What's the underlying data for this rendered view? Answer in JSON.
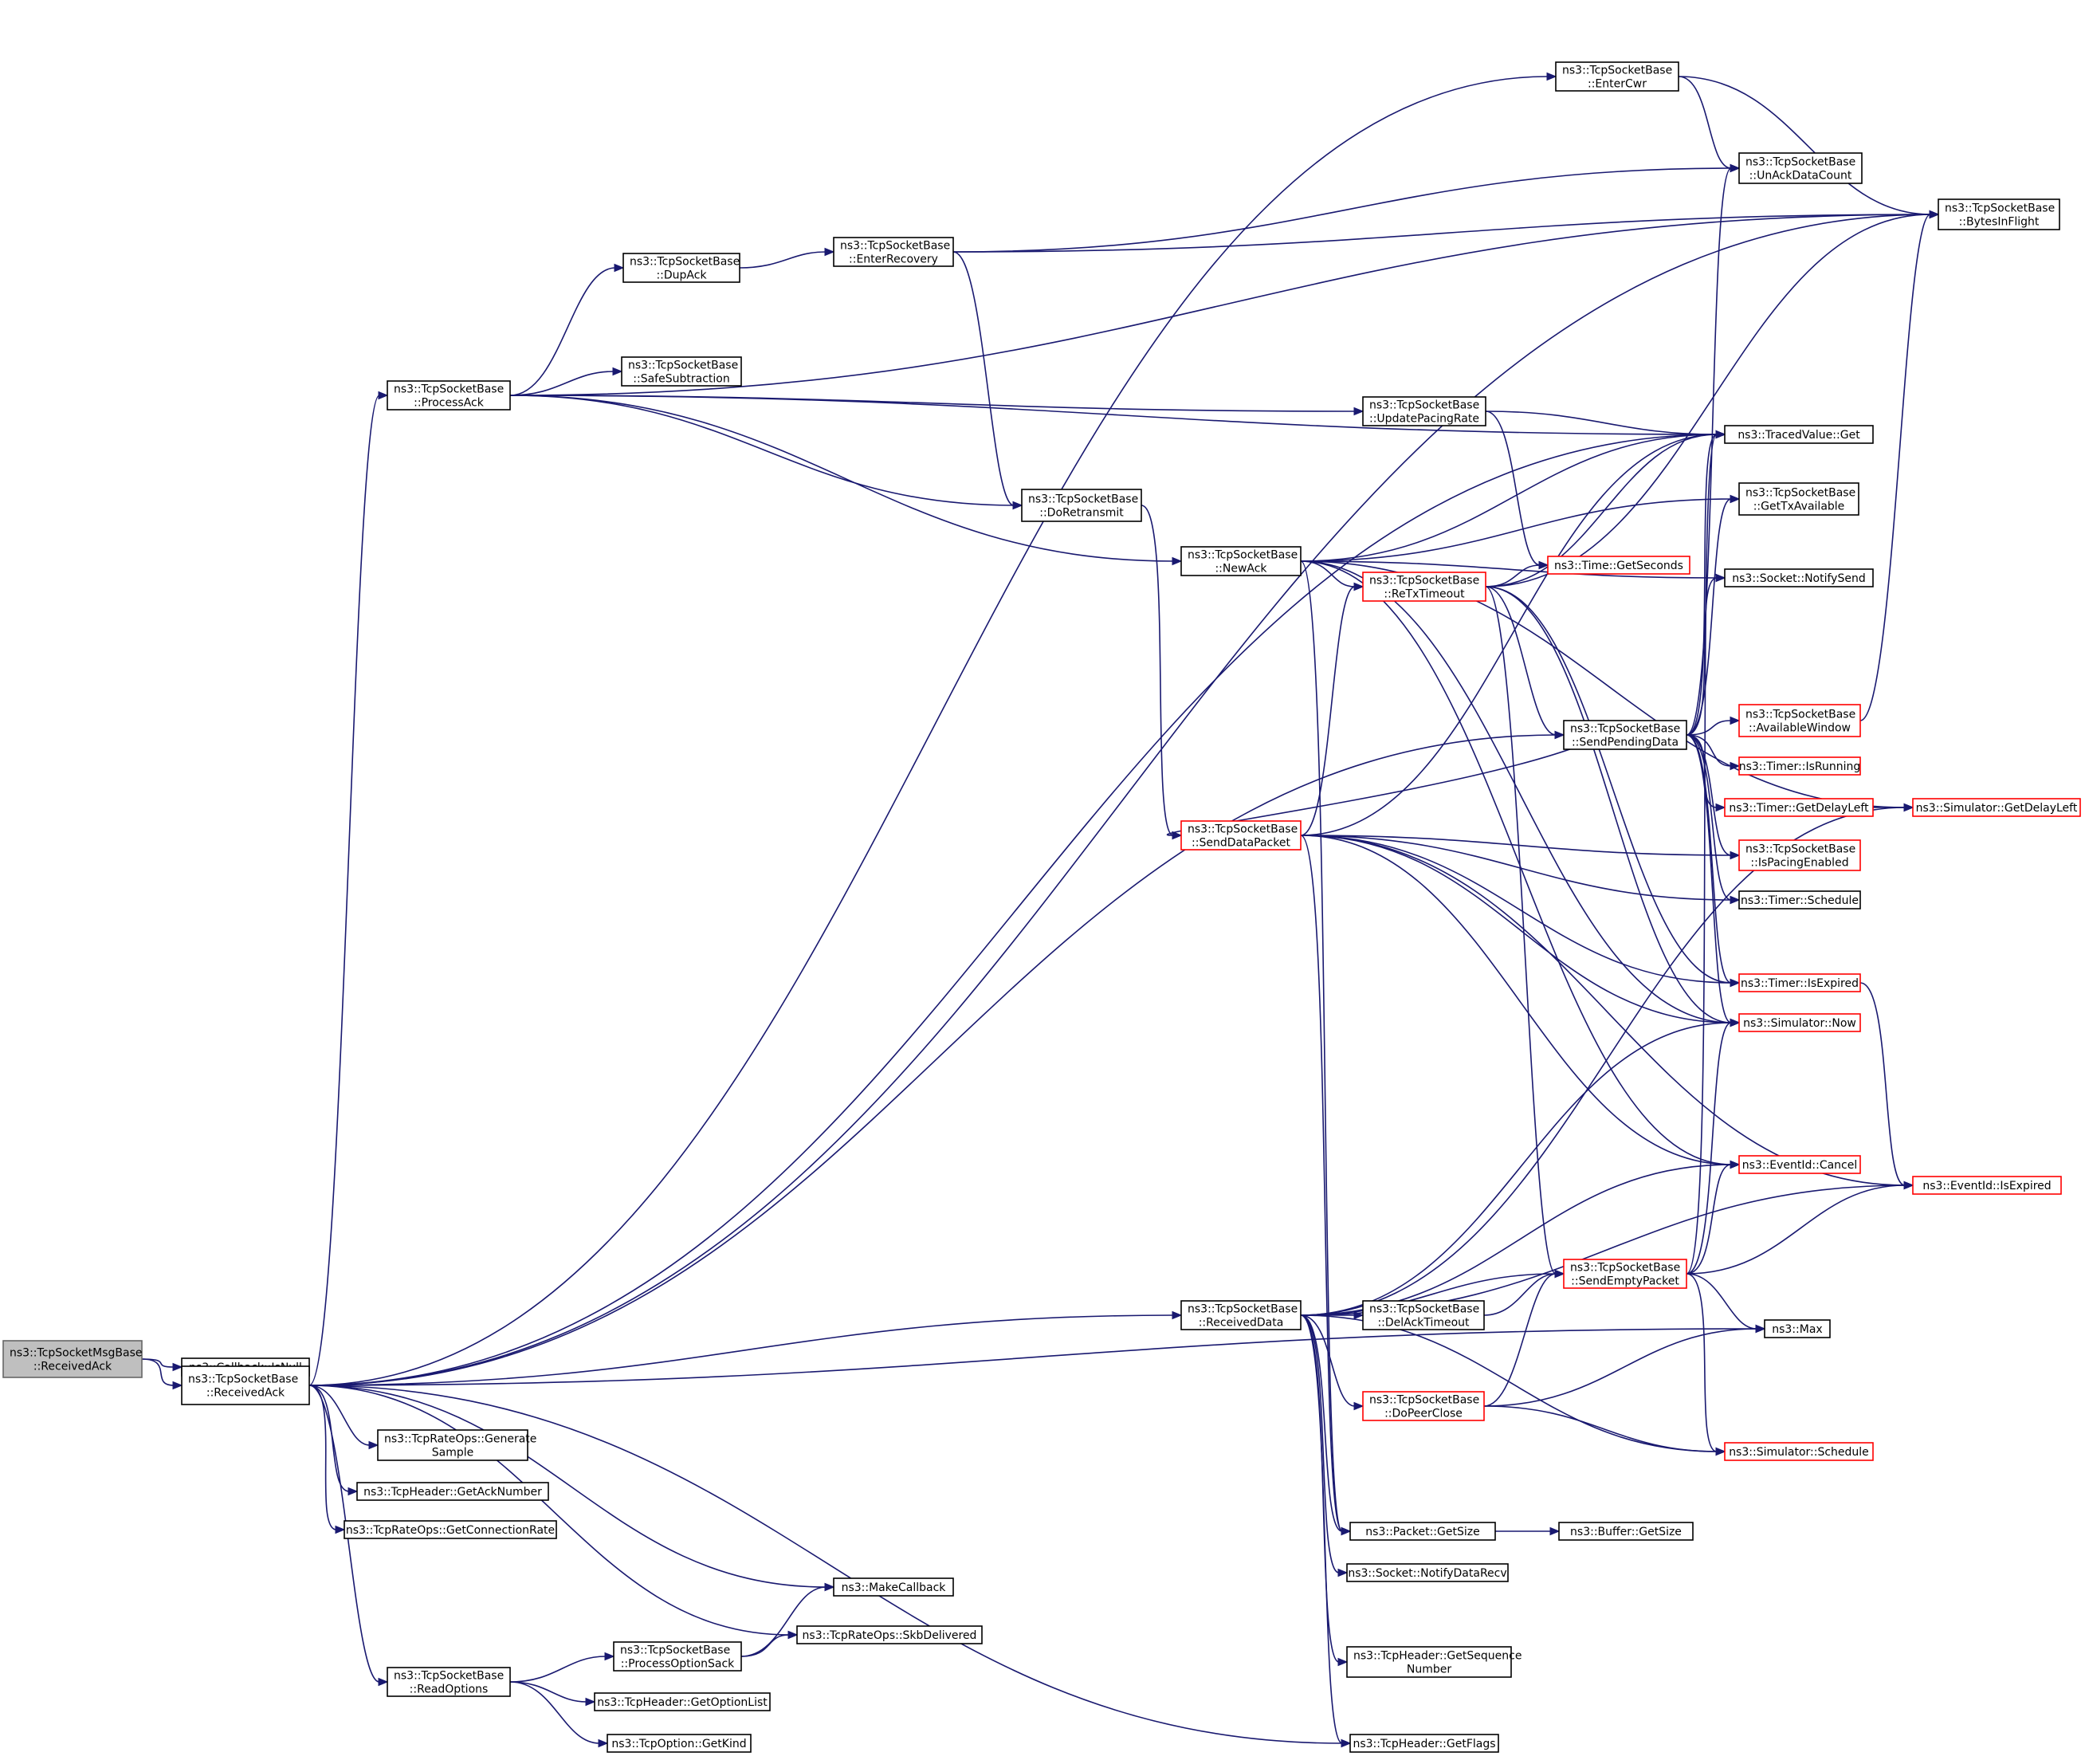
{
  "colors": {
    "edge": "#191970",
    "normal_border": "#000000",
    "truncated_border": "#ff0000",
    "root_fill": "#bfbfbf",
    "node_fill": "#ffffff"
  },
  "nodes": [
    {
      "id": "root",
      "lines": [
        "ns3::TcpSocketMsgBase",
        "::ReceivedAck"
      ],
      "style": "root"
    },
    {
      "id": "cb_isnull",
      "lines": [
        "ns3::Callback::IsNull"
      ],
      "style": "normal"
    },
    {
      "id": "recvack",
      "lines": [
        "ns3::TcpSocketBase",
        "::ReceivedAck"
      ],
      "style": "normal"
    },
    {
      "id": "processack",
      "lines": [
        "ns3::TcpSocketBase",
        "::ProcessAck"
      ],
      "style": "normal"
    },
    {
      "id": "entercwr",
      "lines": [
        "ns3::TcpSocketBase",
        "::EnterCwr"
      ],
      "style": "normal"
    },
    {
      "id": "dupack",
      "lines": [
        "ns3::TcpSocketBase",
        "::DupAck"
      ],
      "style": "normal"
    },
    {
      "id": "enterrecovery",
      "lines": [
        "ns3::TcpSocketBase",
        "::EnterRecovery"
      ],
      "style": "normal"
    },
    {
      "id": "unackdata",
      "lines": [
        "ns3::TcpSocketBase",
        "::UnAckDataCount"
      ],
      "style": "normal"
    },
    {
      "id": "bytesinflight",
      "lines": [
        "ns3::TcpSocketBase",
        "::BytesInFlight"
      ],
      "style": "normal"
    },
    {
      "id": "safesub",
      "lines": [
        "ns3::TcpSocketBase",
        "::SafeSubtraction"
      ],
      "style": "normal"
    },
    {
      "id": "updpacing",
      "lines": [
        "ns3::TcpSocketBase",
        "::UpdatePacingRate"
      ],
      "style": "normal"
    },
    {
      "id": "tracedget",
      "lines": [
        "ns3::TracedValue::Get"
      ],
      "style": "normal"
    },
    {
      "id": "doretransmit",
      "lines": [
        "ns3::TcpSocketBase",
        "::DoRetransmit"
      ],
      "style": "normal"
    },
    {
      "id": "gettxavail",
      "lines": [
        "ns3::TcpSocketBase",
        "::GetTxAvailable"
      ],
      "style": "normal"
    },
    {
      "id": "newack",
      "lines": [
        "ns3::TcpSocketBase",
        "::NewAck"
      ],
      "style": "normal"
    },
    {
      "id": "gettimesec",
      "lines": [
        "ns3::Time::GetSeconds"
      ],
      "style": "red"
    },
    {
      "id": "retxtimeout",
      "lines": [
        "ns3::TcpSocketBase",
        "::ReTxTimeout"
      ],
      "style": "red"
    },
    {
      "id": "notifysend",
      "lines": [
        "ns3::Socket::NotifySend"
      ],
      "style": "normal"
    },
    {
      "id": "availwin",
      "lines": [
        "ns3::TcpSocketBase",
        "::AvailableWindow"
      ],
      "style": "red"
    },
    {
      "id": "sendpending",
      "lines": [
        "ns3::TcpSocketBase",
        "::SendPendingData"
      ],
      "style": "normal"
    },
    {
      "id": "timerisrunning",
      "lines": [
        "ns3::Timer::IsRunning"
      ],
      "style": "red"
    },
    {
      "id": "timergetdelay",
      "lines": [
        "ns3::Timer::GetDelayLeft"
      ],
      "style": "red"
    },
    {
      "id": "simgetdelay",
      "lines": [
        "ns3::Simulator::GetDelayLeft"
      ],
      "style": "red"
    },
    {
      "id": "senddata",
      "lines": [
        "ns3::TcpSocketBase",
        "::SendDataPacket"
      ],
      "style": "red"
    },
    {
      "id": "ispacing",
      "lines": [
        "ns3::TcpSocketBase",
        "::IsPacingEnabled"
      ],
      "style": "red"
    },
    {
      "id": "timerschedule",
      "lines": [
        "ns3::Timer::Schedule"
      ],
      "style": "normal"
    },
    {
      "id": "timerisexpired",
      "lines": [
        "ns3::Timer::IsExpired"
      ],
      "style": "red"
    },
    {
      "id": "simnow",
      "lines": [
        "ns3::Simulator::Now"
      ],
      "style": "red"
    },
    {
      "id": "eventcancel",
      "lines": [
        "ns3::EventId::Cancel"
      ],
      "style": "red"
    },
    {
      "id": "eventisexpired",
      "lines": [
        "ns3::EventId::IsExpired"
      ],
      "style": "red"
    },
    {
      "id": "sendempty",
      "lines": [
        "ns3::TcpSocketBase",
        "::SendEmptyPacket"
      ],
      "style": "red"
    },
    {
      "id": "receiveddata",
      "lines": [
        "ns3::TcpSocketBase",
        "::ReceivedData"
      ],
      "style": "normal"
    },
    {
      "id": "delacktimeout",
      "lines": [
        "ns3::TcpSocketBase",
        "::DelAckTimeout"
      ],
      "style": "normal"
    },
    {
      "id": "max",
      "lines": [
        "ns3::Max"
      ],
      "style": "normal"
    },
    {
      "id": "dopeerclose",
      "lines": [
        "ns3::TcpSocketBase",
        "::DoPeerClose"
      ],
      "style": "red"
    },
    {
      "id": "simschedule",
      "lines": [
        "ns3::Simulator::Schedule"
      ],
      "style": "red"
    },
    {
      "id": "generatesample",
      "lines": [
        "ns3::TcpRateOps::Generate",
        "Sample"
      ],
      "style": "normal"
    },
    {
      "id": "getacknumber",
      "lines": [
        "ns3::TcpHeader::GetAckNumber"
      ],
      "style": "normal"
    },
    {
      "id": "getconnrate",
      "lines": [
        "ns3::TcpRateOps::GetConnectionRate"
      ],
      "style": "normal"
    },
    {
      "id": "packetgetsize",
      "lines": [
        "ns3::Packet::GetSize"
      ],
      "style": "normal"
    },
    {
      "id": "buffergetsize",
      "lines": [
        "ns3::Buffer::GetSize"
      ],
      "style": "normal"
    },
    {
      "id": "notifydatarecv",
      "lines": [
        "ns3::Socket::NotifyDataRecv"
      ],
      "style": "normal"
    },
    {
      "id": "makecallback",
      "lines": [
        "ns3::MakeCallback"
      ],
      "style": "normal"
    },
    {
      "id": "processoptsack",
      "lines": [
        "ns3::TcpSocketBase",
        "::ProcessOptionSack"
      ],
      "style": "normal"
    },
    {
      "id": "skbdelivered",
      "lines": [
        "ns3::TcpRateOps::SkbDelivered"
      ],
      "style": "normal"
    },
    {
      "id": "getseqnum",
      "lines": [
        "ns3::TcpHeader::GetSequence",
        "Number"
      ],
      "style": "normal"
    },
    {
      "id": "readoptions",
      "lines": [
        "ns3::TcpSocketBase",
        "::ReadOptions"
      ],
      "style": "normal"
    },
    {
      "id": "getoptionlist",
      "lines": [
        "ns3::TcpHeader::GetOptionList"
      ],
      "style": "normal"
    },
    {
      "id": "getkind",
      "lines": [
        "ns3::TcpOption::GetKind"
      ],
      "style": "normal"
    },
    {
      "id": "getflags",
      "lines": [
        "ns3::TcpHeader::GetFlags"
      ],
      "style": "normal"
    }
  ],
  "edges": [
    [
      "root",
      "cb_isnull"
    ],
    [
      "root",
      "recvack"
    ],
    [
      "recvack",
      "processack"
    ],
    [
      "recvack",
      "entercwr"
    ],
    [
      "recvack",
      "bytesinflight"
    ],
    [
      "recvack",
      "tracedget"
    ],
    [
      "recvack",
      "sendpending"
    ],
    [
      "recvack",
      "receiveddata"
    ],
    [
      "recvack",
      "max"
    ],
    [
      "recvack",
      "generatesample"
    ],
    [
      "recvack",
      "getacknumber"
    ],
    [
      "recvack",
      "getconnrate"
    ],
    [
      "recvack",
      "makecallback"
    ],
    [
      "recvack",
      "skbdelivered"
    ],
    [
      "recvack",
      "readoptions"
    ],
    [
      "recvack",
      "getflags"
    ],
    [
      "entercwr",
      "unackdata"
    ],
    [
      "entercwr",
      "bytesinflight"
    ],
    [
      "processack",
      "dupack"
    ],
    [
      "processack",
      "bytesinflight"
    ],
    [
      "processack",
      "safesub"
    ],
    [
      "processack",
      "updpacing"
    ],
    [
      "processack",
      "tracedget"
    ],
    [
      "processack",
      "doretransmit"
    ],
    [
      "processack",
      "newack"
    ],
    [
      "dupack",
      "enterrecovery"
    ],
    [
      "enterrecovery",
      "unackdata"
    ],
    [
      "enterrecovery",
      "bytesinflight"
    ],
    [
      "enterrecovery",
      "doretransmit"
    ],
    [
      "updpacing",
      "tracedget"
    ],
    [
      "updpacing",
      "gettimesec"
    ],
    [
      "doretransmit",
      "senddata"
    ],
    [
      "newack",
      "tracedget"
    ],
    [
      "newack",
      "gettxavail"
    ],
    [
      "newack",
      "retxtimeout"
    ],
    [
      "newack",
      "notifysend"
    ],
    [
      "newack",
      "simgetdelay"
    ],
    [
      "newack",
      "simnow"
    ],
    [
      "newack",
      "eventcancel"
    ],
    [
      "newack",
      "packetgetsize"
    ],
    [
      "retxtimeout",
      "gettimesec"
    ],
    [
      "retxtimeout",
      "tracedget"
    ],
    [
      "retxtimeout",
      "bytesinflight"
    ],
    [
      "retxtimeout",
      "sendpending"
    ],
    [
      "retxtimeout",
      "simnow"
    ],
    [
      "retxtimeout",
      "timerisexpired"
    ],
    [
      "retxtimeout",
      "sendempty"
    ],
    [
      "sendpending",
      "unackdata"
    ],
    [
      "sendpending",
      "tracedget"
    ],
    [
      "sendpending",
      "gettxavail"
    ],
    [
      "sendpending",
      "notifysend"
    ],
    [
      "sendpending",
      "availwin"
    ],
    [
      "sendpending",
      "timerisrunning"
    ],
    [
      "sendpending",
      "timergetdelay"
    ],
    [
      "sendpending",
      "ispacing"
    ],
    [
      "sendpending",
      "timerschedule"
    ],
    [
      "sendpending",
      "timerisexpired"
    ],
    [
      "sendpending",
      "simnow"
    ],
    [
      "sendpending",
      "senddata"
    ],
    [
      "availwin",
      "bytesinflight"
    ],
    [
      "timergetdelay",
      "simgetdelay"
    ],
    [
      "senddata",
      "tracedget"
    ],
    [
      "senddata",
      "retxtimeout"
    ],
    [
      "senddata",
      "ispacing"
    ],
    [
      "senddata",
      "timerschedule"
    ],
    [
      "senddata",
      "timerisexpired"
    ],
    [
      "senddata",
      "simnow"
    ],
    [
      "senddata",
      "eventcancel"
    ],
    [
      "senddata",
      "eventisexpired"
    ],
    [
      "senddata",
      "packetgetsize"
    ],
    [
      "timerisexpired",
      "eventisexpired"
    ],
    [
      "sendempty",
      "tracedget"
    ],
    [
      "sendempty",
      "simnow"
    ],
    [
      "sendempty",
      "eventcancel"
    ],
    [
      "sendempty",
      "eventisexpired"
    ],
    [
      "sendempty",
      "max"
    ],
    [
      "sendempty",
      "simschedule"
    ],
    [
      "receiveddata",
      "simgetdelay"
    ],
    [
      "receiveddata",
      "simnow"
    ],
    [
      "receiveddata",
      "eventcancel"
    ],
    [
      "receiveddata",
      "sendempty"
    ],
    [
      "receiveddata",
      "delacktimeout"
    ],
    [
      "receiveddata",
      "dopeerclose"
    ],
    [
      "receiveddata",
      "simschedule"
    ],
    [
      "receiveddata",
      "packetgetsize"
    ],
    [
      "receiveddata",
      "notifydatarecv"
    ],
    [
      "receiveddata",
      "getseqnum"
    ],
    [
      "receiveddata",
      "eventisexpired"
    ],
    [
      "receiveddata",
      "getflags"
    ],
    [
      "delacktimeout",
      "sendempty"
    ],
    [
      "dopeerclose",
      "sendempty"
    ],
    [
      "dopeerclose",
      "max"
    ],
    [
      "dopeerclose",
      "simschedule"
    ],
    [
      "packetgetsize",
      "buffergetsize"
    ],
    [
      "processoptsack",
      "makecallback"
    ],
    [
      "processoptsack",
      "skbdelivered"
    ],
    [
      "readoptions",
      "processoptsack"
    ],
    [
      "readoptions",
      "getoptionlist"
    ],
    [
      "readoptions",
      "getkind"
    ]
  ]
}
